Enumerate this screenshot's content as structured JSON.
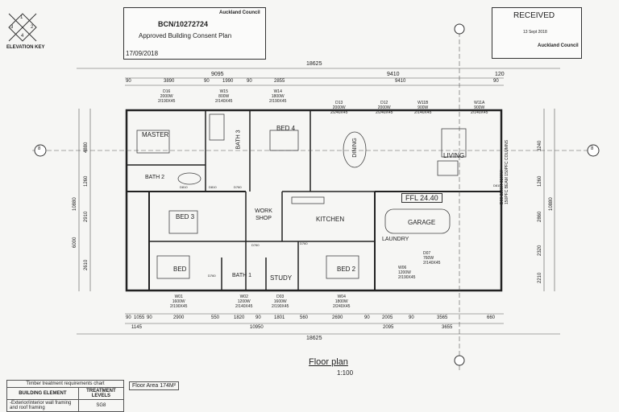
{
  "elevation_key": {
    "label": "ELEVATION KEY",
    "numbers": [
      "1",
      "2",
      "3",
      "4"
    ]
  },
  "consent_stamp": {
    "reference": "BCN/10272724",
    "title": "Approved Building Consent Plan",
    "date": "17/09/2018",
    "logo_text": "Auckland Council"
  },
  "received_stamp": {
    "title": "RECEIVED",
    "date": "13 Sept 2018",
    "logo_text": "Auckland Council"
  },
  "plan": {
    "title": "Floor plan",
    "scale": "1:100",
    "ffl": "FFL 24.40",
    "rooms": [
      "MASTER",
      "BATH 3",
      "BED 4",
      "DINING",
      "LIVING",
      "BATH 2",
      "BED 3",
      "WORK SHOP",
      "KITCHEN",
      "GARAGE",
      "LAUNDRY",
      "BED",
      "BATH 1",
      "STUDY",
      "BED 2"
    ],
    "windows_top": [
      {
        "id": "D16",
        "size": "2000W",
        "frame": "2/190X45"
      },
      {
        "id": "W15",
        "size": "800W",
        "frame": "2/140X45"
      },
      {
        "id": "W14",
        "size": "1800W",
        "frame": "2/190X45"
      },
      {
        "id": "D13",
        "size": "2000W",
        "frame": "2/240X45"
      },
      {
        "id": "D12",
        "size": "2000W",
        "frame": "2/240X45"
      },
      {
        "id": "W11B",
        "size": "900W",
        "frame": "2/140X45"
      },
      {
        "id": "W11A",
        "size": "900W",
        "frame": "2/140X45"
      }
    ],
    "windows_bottom": [
      {
        "id": "W01",
        "size": "1600W",
        "frame": "2/190X45"
      },
      {
        "id": "W02",
        "size": "1200W",
        "frame": "2/140X45"
      },
      {
        "id": "D03",
        "size": "1600W",
        "frame": "2/190X45"
      },
      {
        "id": "W04",
        "size": "1800W",
        "frame": "2/240X45"
      }
    ],
    "door_labels": [
      "D07",
      "760W",
      "2/140X45",
      "W06",
      "1200W",
      "2/190X45"
    ],
    "misc_labels": [
      "D810",
      "D810",
      "D760",
      "D760",
      "D760",
      "D760",
      "D810"
    ],
    "dims_top_overall": "18625",
    "dims_top_mid": [
      "9095",
      "9410",
      "120"
    ],
    "dims_top_row": [
      "90",
      "3890",
      "90",
      "1990",
      "90",
      "2855",
      "9410",
      "90"
    ],
    "dims_bottom_row": [
      "90",
      "1055",
      "90",
      "2900",
      "550",
      "1820",
      "90",
      "1801",
      "560",
      "2690",
      "90",
      "2005",
      "90",
      "3565",
      "660"
    ],
    "dims_bottom_mid": [
      "1145",
      "10950",
      "2095",
      "3655"
    ],
    "dims_bottom_overall": "18625",
    "dims_left": [
      "4880",
      "1260",
      "2910",
      "2610"
    ],
    "dims_left_outer": [
      "10880",
      "6000"
    ],
    "dims_right": [
      "3240",
      "1260",
      "2860",
      "2320",
      "2210"
    ],
    "dims_right_outer": [
      "10880"
    ],
    "section_markers": [
      "8",
      "8"
    ],
    "garage_note": [
      "D08",
      "2200H",
      "6100W",
      "150PFC BEAM",
      "150PFC COLUMNS"
    ]
  },
  "timber_table": {
    "heading": "Timber treatment requirements chart",
    "floor_area": "Floor Area  174M²",
    "col1": "BUILDING ELEMENT",
    "col2": "TREATMENT LEVELS",
    "row1_col1": "-Exterior/interior wall framing and roof framing",
    "row1_col2": "SG8"
  }
}
